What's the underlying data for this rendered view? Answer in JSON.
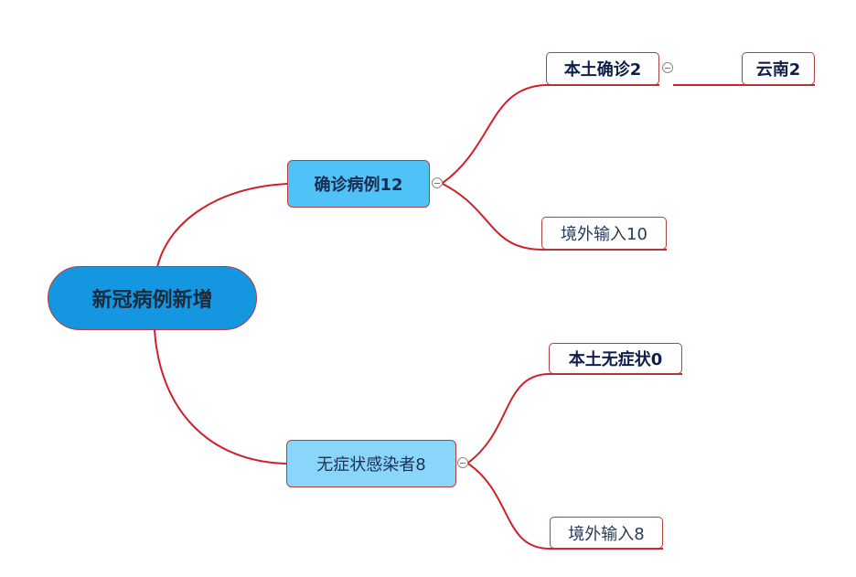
{
  "diagram": {
    "type": "mind-map",
    "root": {
      "label": "新冠病例新增"
    },
    "branches": [
      {
        "label": "确诊病例12",
        "children": [
          {
            "label": "本土确诊2",
            "children": [
              {
                "label": "云南2"
              }
            ]
          },
          {
            "label": "境外输入10"
          }
        ]
      },
      {
        "label": "无症状感染者8",
        "children": [
          {
            "label": "本土无症状0"
          },
          {
            "label": "境外输入8"
          }
        ]
      }
    ]
  },
  "colors": {
    "connector": "#d0202a",
    "root_fill": "#1496e0",
    "branch1_fill": "#4fc3f7",
    "branch2_fill": "#8ad6fb",
    "border": "#b04040"
  },
  "icons": {
    "collapse": "collapse-minus-icon"
  }
}
